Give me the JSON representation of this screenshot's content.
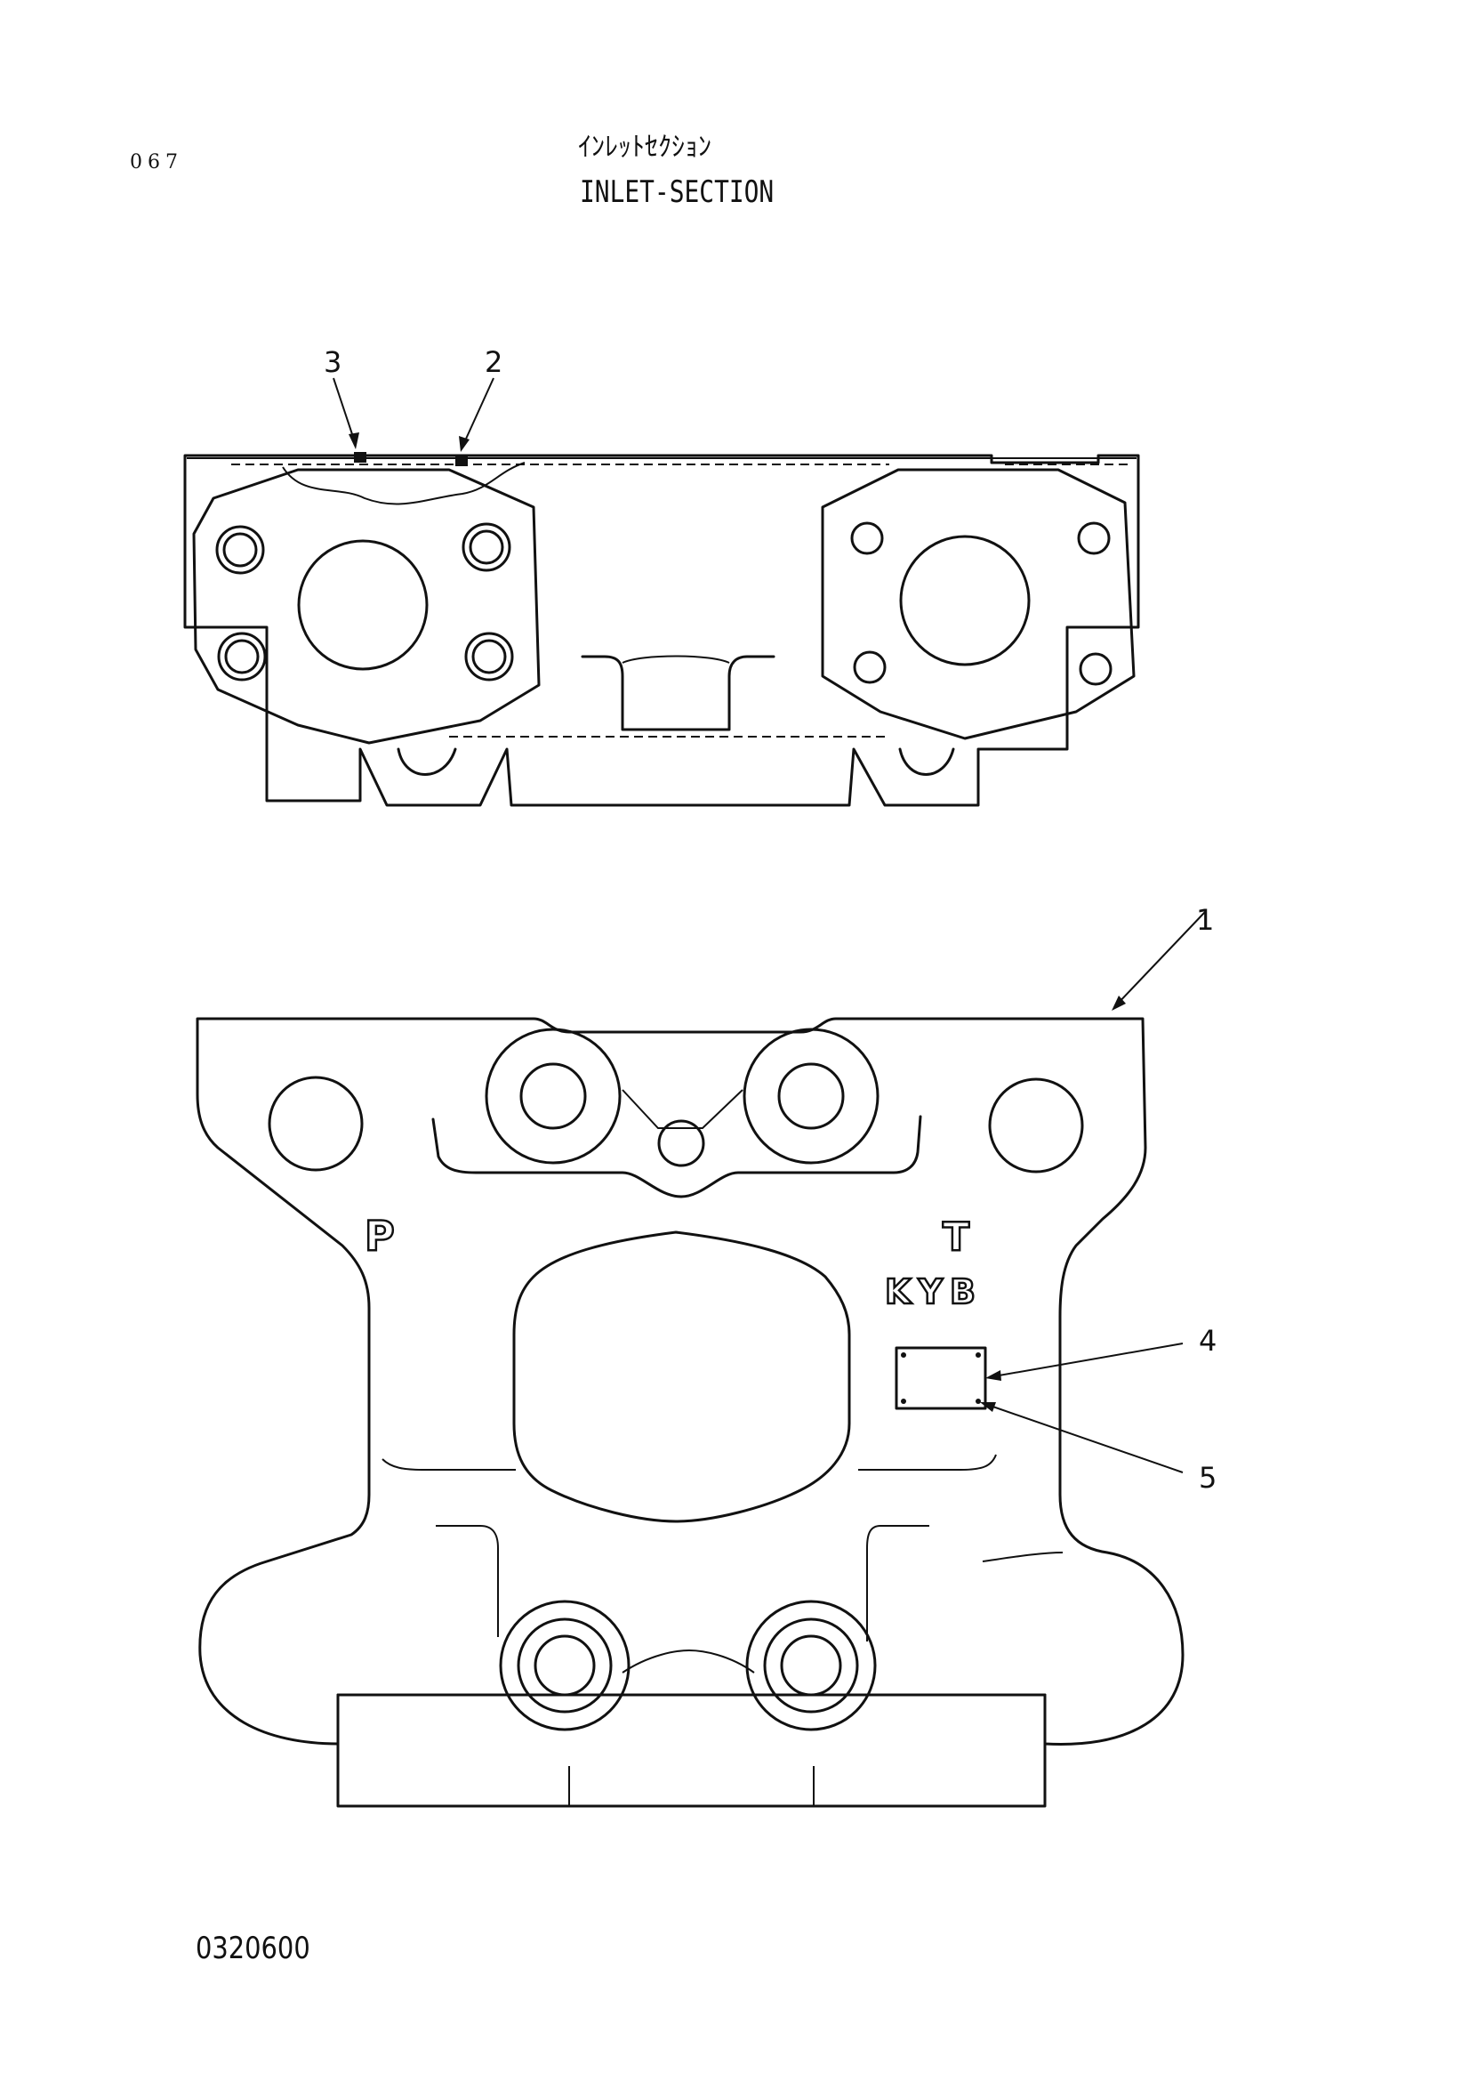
{
  "header": {
    "page_number": "067",
    "title_jp": "ｲﾝﾚｯﾄｾｸｼｮﾝ",
    "title_en": "INLET-SECTION"
  },
  "callouts": [
    {
      "id": "callout-3",
      "label": "3"
    },
    {
      "id": "callout-2",
      "label": "2"
    },
    {
      "id": "callout-1",
      "label": "1"
    },
    {
      "id": "callout-4",
      "label": "4"
    },
    {
      "id": "callout-5",
      "label": "5"
    }
  ],
  "embossing": {
    "port_p": "P",
    "port_t": "T",
    "maker_mark": "KYB"
  },
  "footer": {
    "drawing_number": "0320600"
  }
}
